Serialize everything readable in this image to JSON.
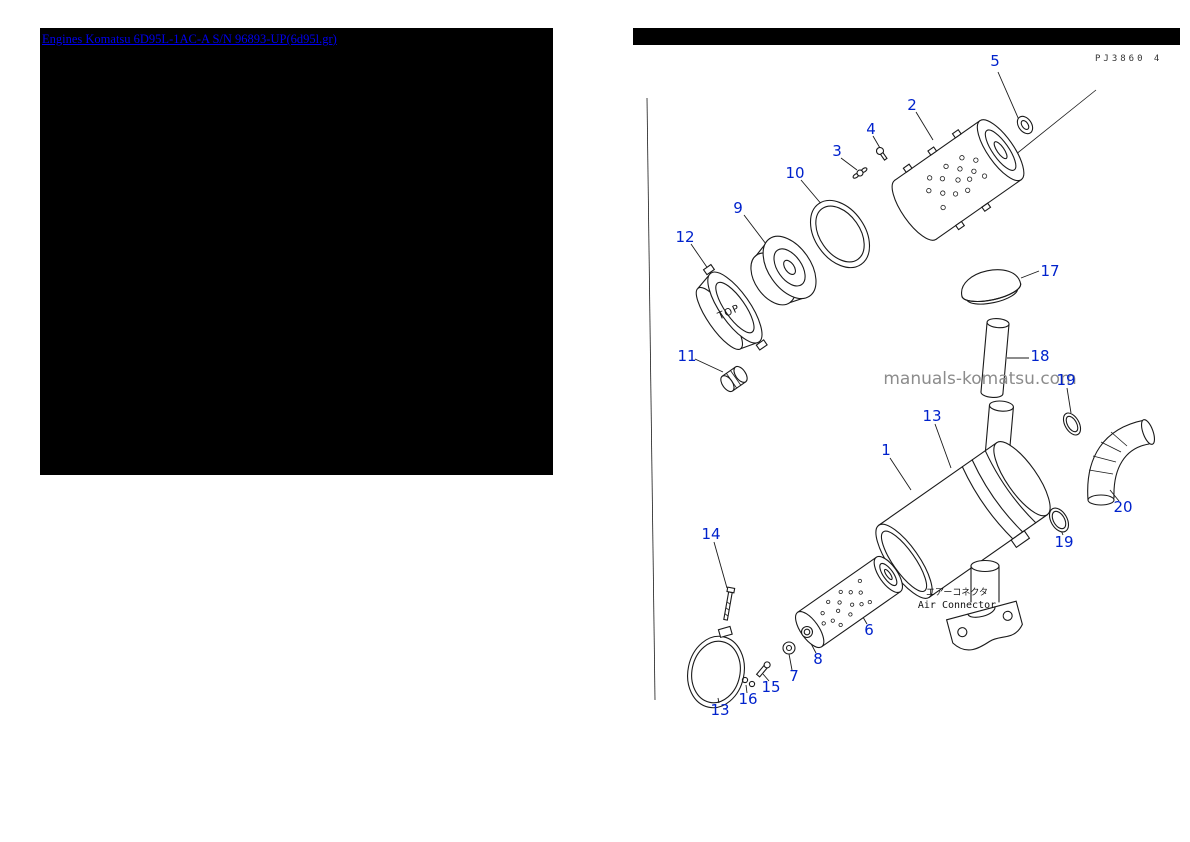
{
  "left_panel": {
    "link_text": "Engines Komatsu 6D95L-1AC-A S/N 96893-UP(6d95l.gr)"
  },
  "diagram": {
    "plate_code": "PJ3860 4",
    "watermark": "manuals-komatsu.com",
    "cap_label": "TOP",
    "connector_label_jp": "エアーコネクタ",
    "connector_label_en": "Air Connector",
    "callout_color": "#0022cc",
    "link_color": "#0000EE",
    "callouts": [
      {
        "id": "c5",
        "label": "5"
      },
      {
        "id": "c2",
        "label": "2"
      },
      {
        "id": "c4",
        "label": "4"
      },
      {
        "id": "c3",
        "label": "3"
      },
      {
        "id": "c10",
        "label": "10"
      },
      {
        "id": "c9",
        "label": "9"
      },
      {
        "id": "c12",
        "label": "12"
      },
      {
        "id": "c17",
        "label": "17"
      },
      {
        "id": "c11",
        "label": "11"
      },
      {
        "id": "c18",
        "label": "18"
      },
      {
        "id": "c19a",
        "label": "19"
      },
      {
        "id": "c13a",
        "label": "13"
      },
      {
        "id": "c1",
        "label": "1"
      },
      {
        "id": "c20",
        "label": "20"
      },
      {
        "id": "c19b",
        "label": "19"
      },
      {
        "id": "c14",
        "label": "14"
      },
      {
        "id": "c6",
        "label": "6"
      },
      {
        "id": "c8",
        "label": "8"
      },
      {
        "id": "c7",
        "label": "7"
      },
      {
        "id": "c15",
        "label": "15"
      },
      {
        "id": "c16",
        "label": "16"
      },
      {
        "id": "c13b",
        "label": "13"
      }
    ]
  }
}
